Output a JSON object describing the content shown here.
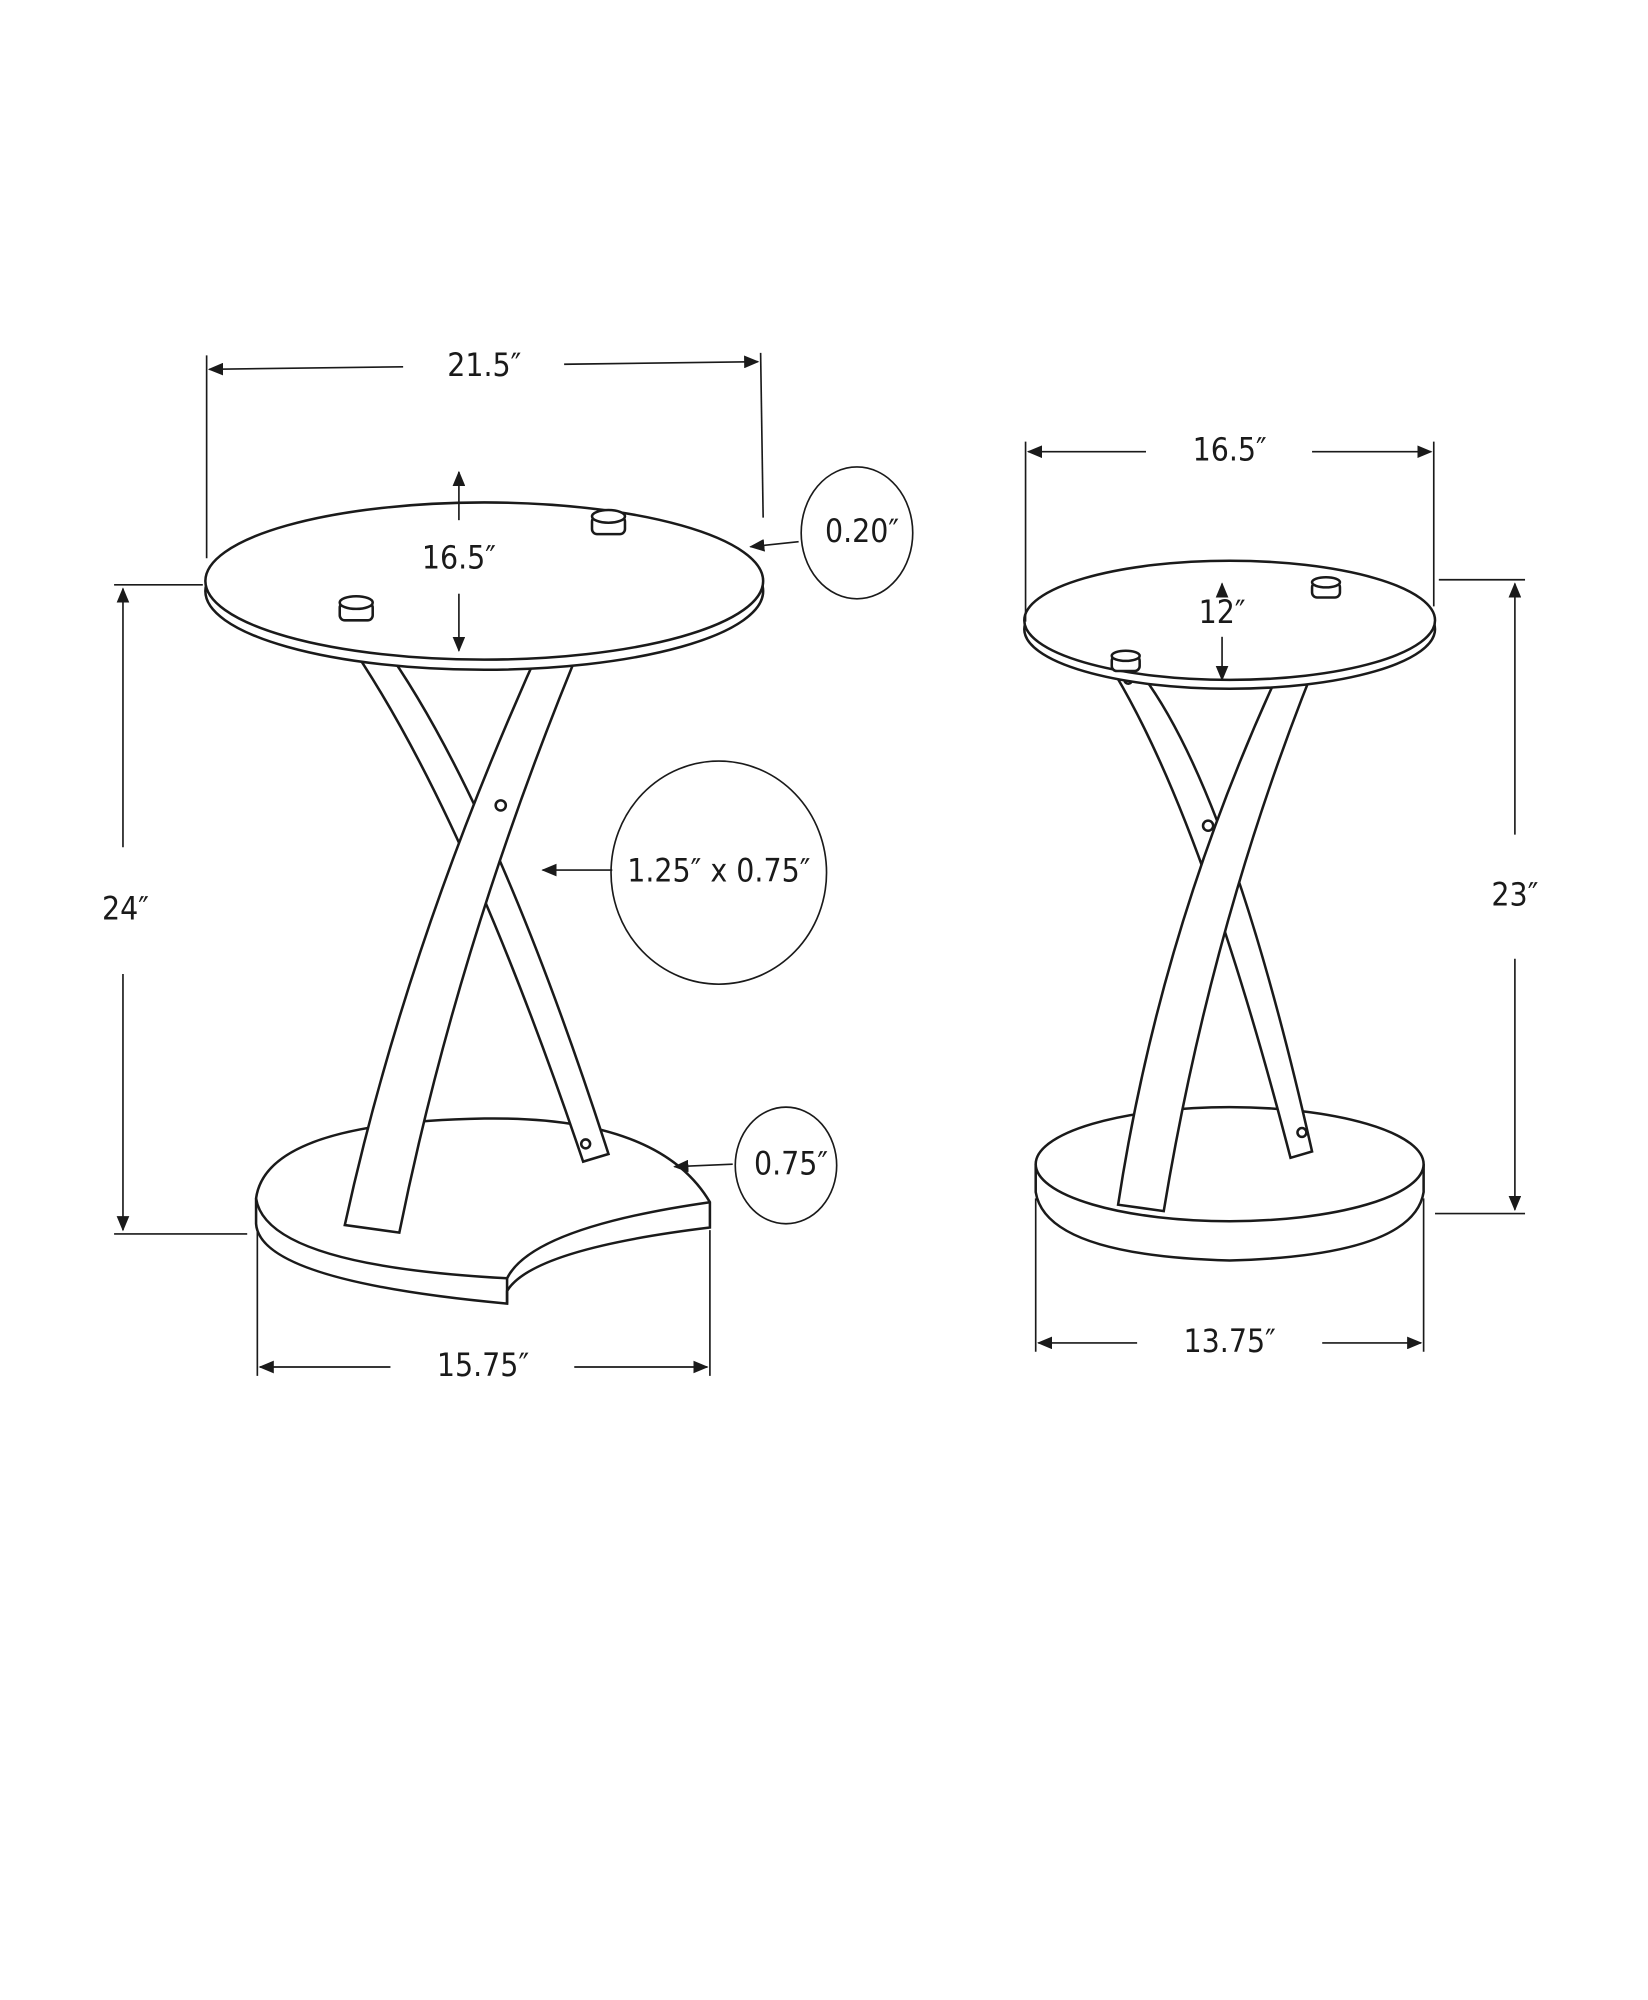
{
  "large_table": {
    "top_width": "21.5″",
    "top_depth": "16.5″",
    "glass_thickness": "0.20″",
    "height": "24″",
    "leg_size": "1.25″ x 0.75″",
    "base_thickness": "0.75″",
    "base_width": "15.75″"
  },
  "small_table": {
    "top_width": "16.5″",
    "top_depth": "12″",
    "height": "23″",
    "base_width": "13.75″"
  },
  "line_color": "#1a1a1a"
}
